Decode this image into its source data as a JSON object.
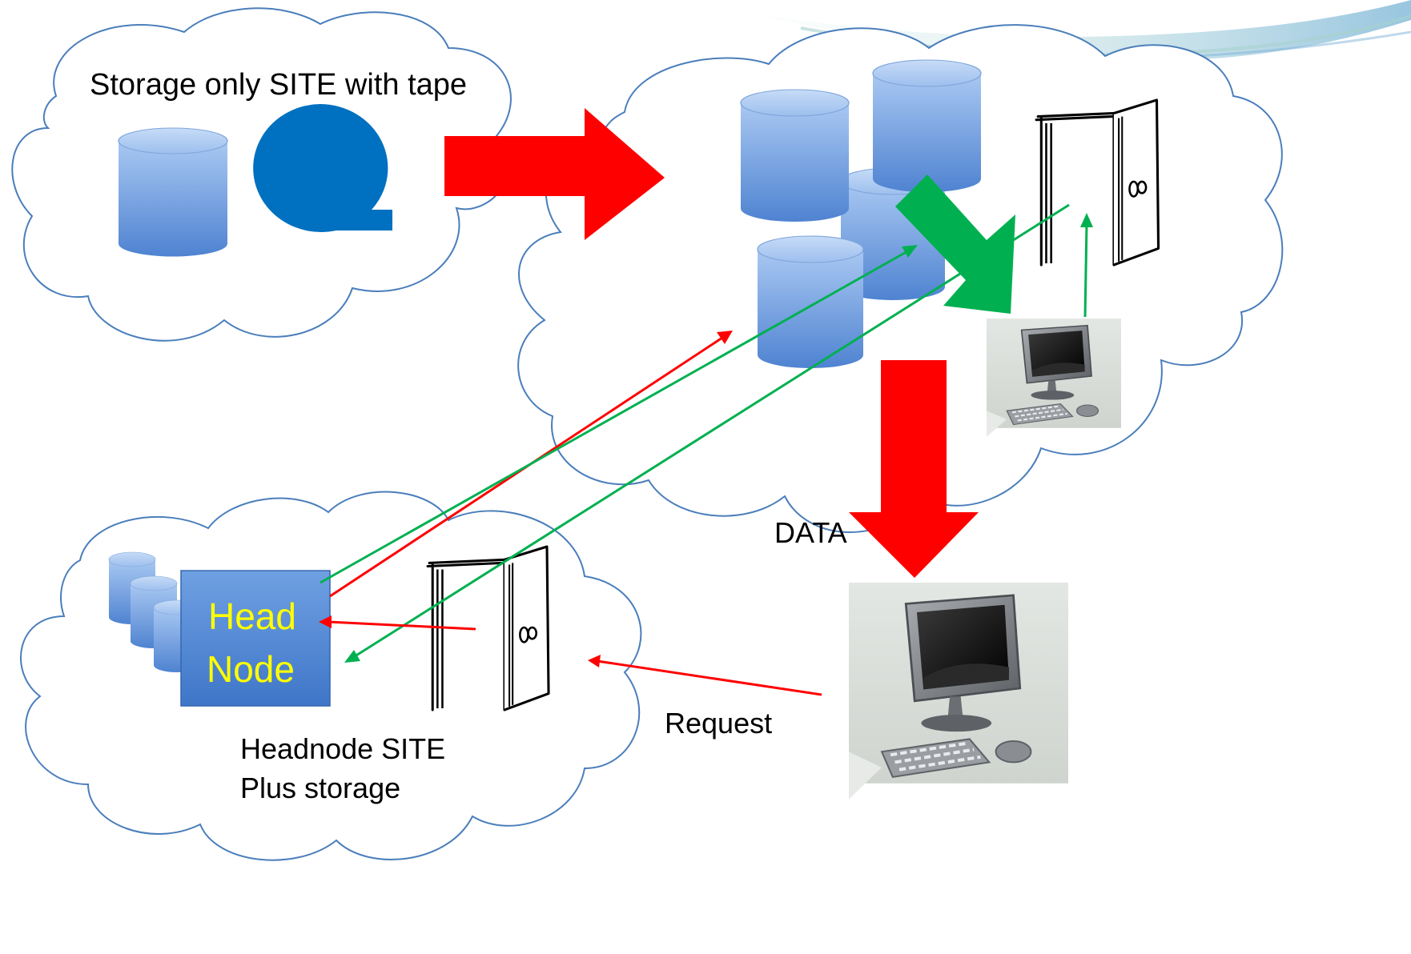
{
  "labels": {
    "storage_site": "Storage only SITE with tape",
    "head": "Head",
    "node": "Node",
    "headnode_site_line1": "Headnode SITE",
    "headnode_site_line2": "Plus storage",
    "data": "DATA",
    "request": "Request"
  },
  "colors": {
    "cloud_stroke": "#4a7ebb",
    "cylinder_top": "#a9c8f2",
    "cylinder_body": "#5b8fd8",
    "tape": "#0070c0",
    "big_arrow_red": "#ff0000",
    "big_arrow_green": "#00b050",
    "line_red": "#ff0000",
    "line_green": "#00b050",
    "headnode_box": "#4f86d6",
    "headnode_text": "#ffff00"
  },
  "icons": [
    "database-icon",
    "tape-icon",
    "door-icon",
    "computer-icon"
  ]
}
